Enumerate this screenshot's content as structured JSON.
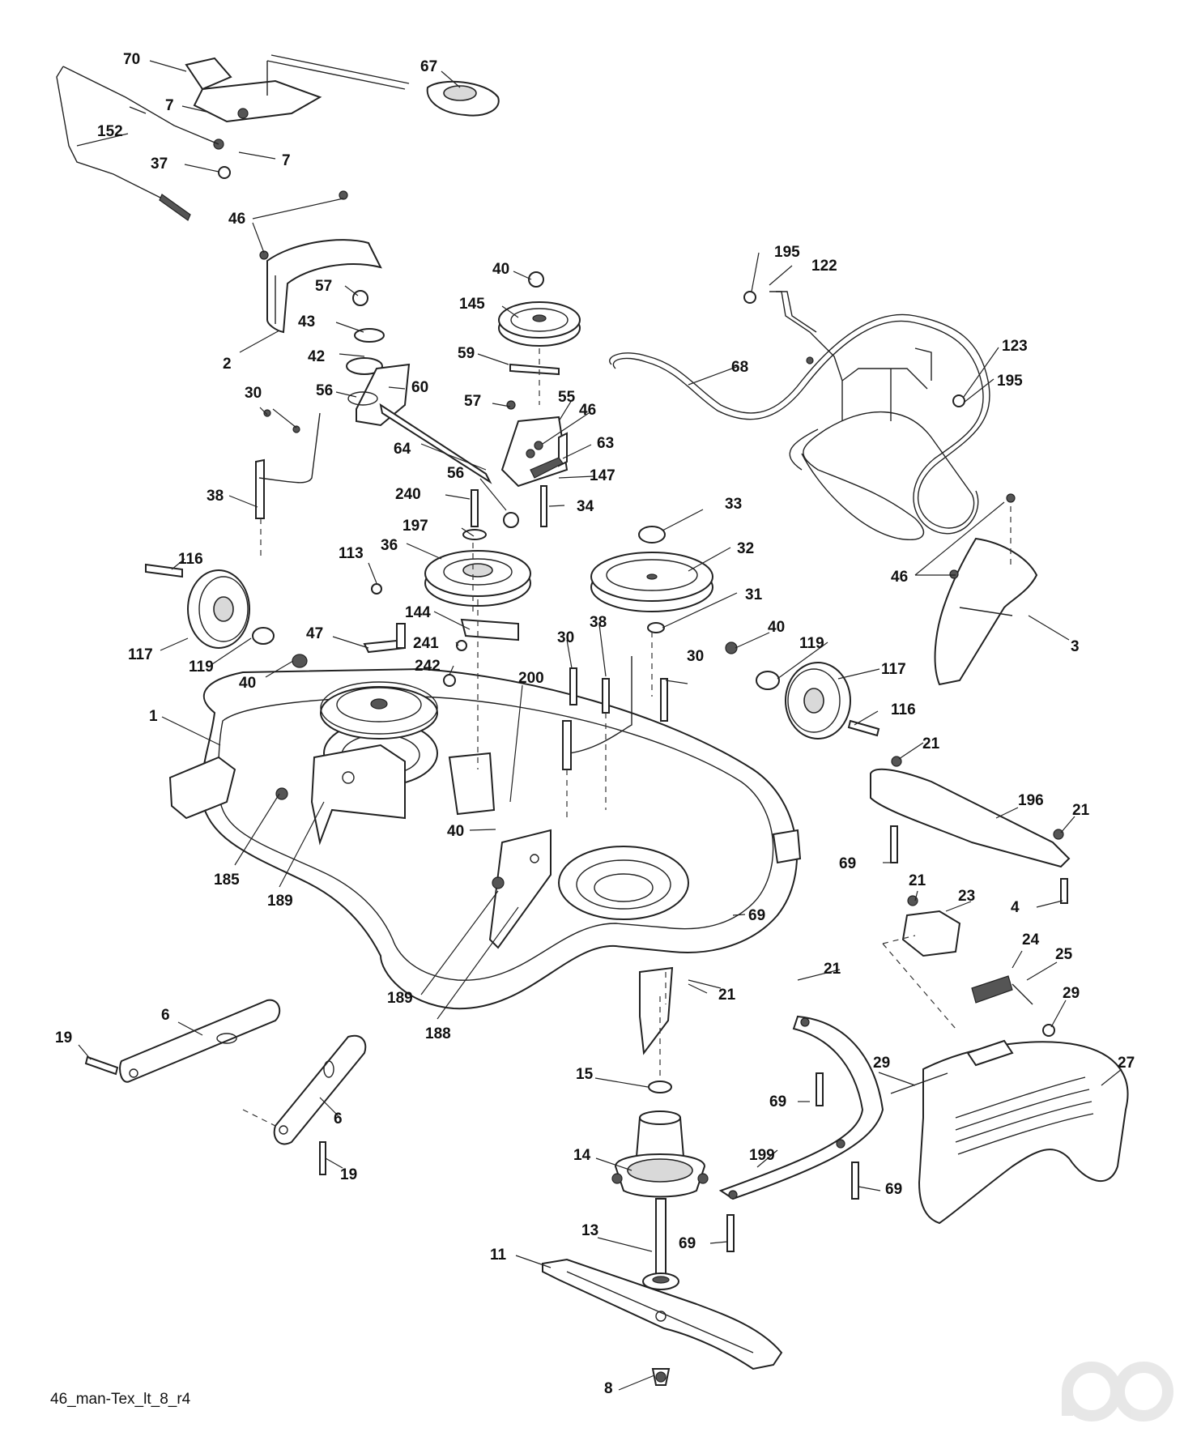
{
  "caption": "46_man-Tex_lt_8_r4",
  "watermark": "ao",
  "part_numbers": {
    "p70": "70",
    "p67": "67",
    "p7a": "7",
    "p7b": "7",
    "p152": "152",
    "p37": "37",
    "p46a": "46",
    "p2": "2",
    "p57a": "57",
    "p43": "43",
    "p42": "42",
    "p56a": "56",
    "p60": "60",
    "p30a": "30",
    "p38a": "38",
    "p40a": "40",
    "p145": "145",
    "p59": "59",
    "p57b": "57",
    "p55": "55",
    "p46b": "46",
    "p63": "63",
    "p147": "147",
    "p64": "64",
    "p56b": "56",
    "p240": "240",
    "p34": "34",
    "p197": "197",
    "p36": "36",
    "p113": "113",
    "p116a": "116",
    "p117a": "117",
    "p119a": "119",
    "p40b": "40",
    "p47": "47",
    "p144": "144",
    "p241": "241",
    "p242": "242",
    "p195a": "195",
    "p122": "122",
    "p68": "68",
    "p123": "123",
    "p195b": "195",
    "p33": "33",
    "p32": "32",
    "p31": "31",
    "p46c": "46",
    "p3": "3",
    "p30b": "30",
    "p38b": "38",
    "p40c": "40",
    "p119b": "119",
    "p117b": "117",
    "p30c": "30",
    "p116b": "116",
    "p200": "200",
    "p1": "1",
    "p185": "185",
    "p189a": "189",
    "p40d": "40",
    "p21a": "21",
    "p196": "196",
    "p21b": "21",
    "p69a": "69",
    "p4": "4",
    "p21c": "21",
    "p23": "23",
    "p69b": "69",
    "p24": "24",
    "p25": "25",
    "p21d": "21",
    "p21e": "21",
    "p29a": "29",
    "p189b": "189",
    "p188": "188",
    "p6a": "6",
    "p19a": "19",
    "p6b": "6",
    "p19b": "19",
    "p15": "15",
    "p29b": "29",
    "p27": "27",
    "p69c": "69",
    "p14": "14",
    "p199": "199",
    "p69d": "69",
    "p13": "13",
    "p69e": "69",
    "p11": "11",
    "p8": "8"
  }
}
